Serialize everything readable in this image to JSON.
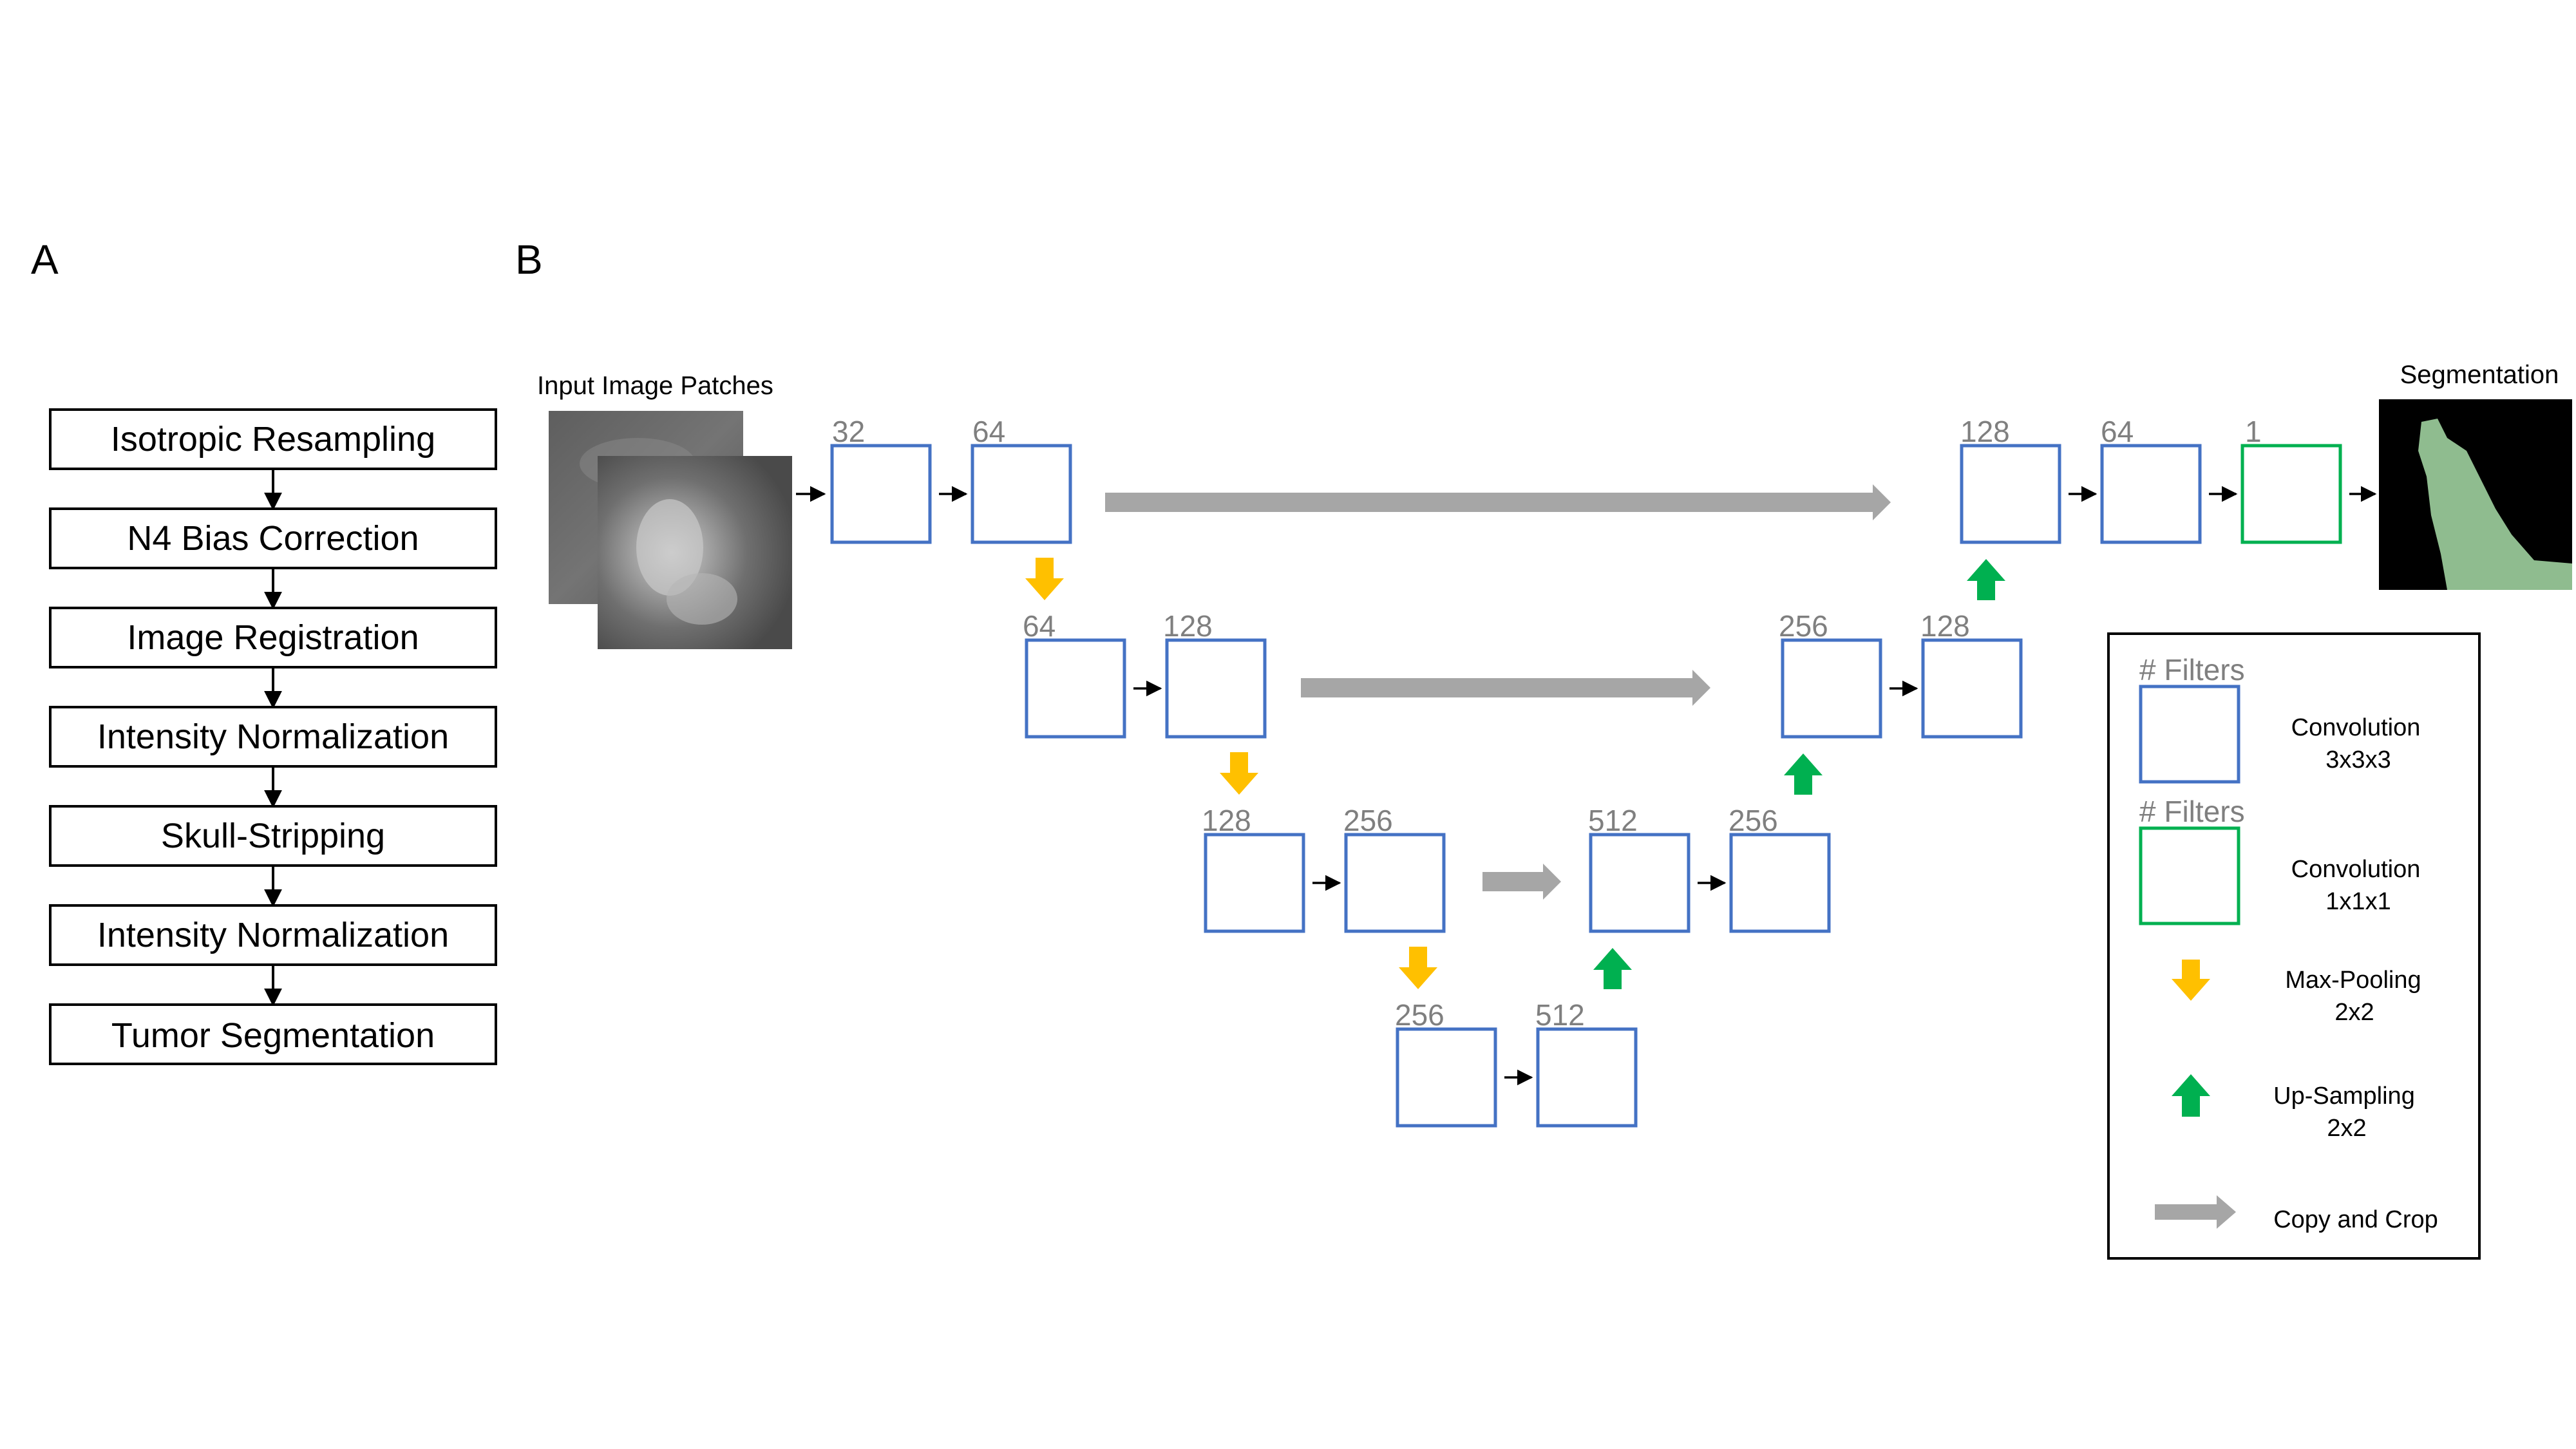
{
  "panels": {
    "a_label": "A",
    "b_label": "B"
  },
  "pipeline": {
    "steps": [
      "Isotropic Resampling",
      "N4 Bias Correction",
      "Image Registration",
      "Intensity Normalization",
      "Skull-Stripping",
      "Intensity Normalization",
      "Tumor Segmentation"
    ]
  },
  "unet": {
    "input_label": "Input Image Patches",
    "output_label": "Segmentation",
    "filters": {
      "enc1a": "32",
      "enc1b": "64",
      "enc2a": "64",
      "enc2b": "128",
      "enc3a": "128",
      "enc3b": "256",
      "bot_a": "256",
      "bot_b": "512",
      "dec3a": "512",
      "dec3b": "256",
      "dec2a": "256",
      "dec2b": "128",
      "dec1a": "128",
      "dec1b": "64",
      "out": "1"
    }
  },
  "legend": {
    "filters_label": "# Filters",
    "conv3": [
      "Convolution",
      "3x3x3"
    ],
    "conv1": [
      "Convolution",
      "1x1x1"
    ],
    "maxpool": [
      "Max-Pooling",
      "2x2"
    ],
    "upsample": [
      "Up-Sampling",
      "2x2"
    ],
    "copy": "Copy and Crop"
  },
  "colors": {
    "conv3": "#4472c4",
    "conv1": "#00b050",
    "maxpool": "#ffc000",
    "upsample": "#00b050",
    "copy": "#a6a6a6",
    "filter_text": "#7f7f7f",
    "seg_background": "#000000",
    "seg_region": "#8fbc8f"
  }
}
